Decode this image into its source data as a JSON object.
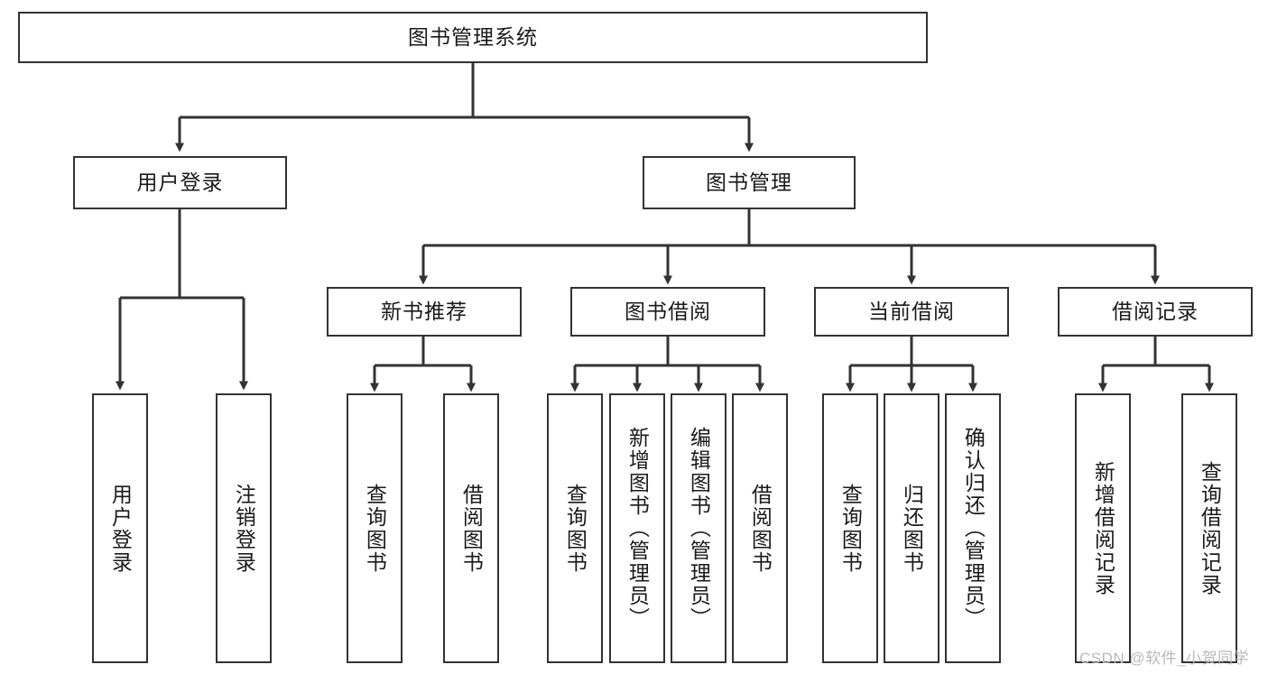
{
  "diagram": {
    "type": "tree-hierarchy",
    "title": "图书管理系统",
    "orientation": "top-down",
    "colors": {
      "box_border": "#333333",
      "box_fill": "#ffffff",
      "connector": "#333333",
      "text": "#1a1a1a",
      "watermark": "#b9b9b9",
      "background": "#ffffff"
    },
    "levels": [
      {
        "level": 1,
        "nodes": [
          {
            "id": "root",
            "label": "图书管理系统",
            "orientation": "horizontal"
          }
        ]
      },
      {
        "level": 2,
        "nodes": [
          {
            "id": "user-login",
            "label": "用户登录",
            "orientation": "horizontal",
            "parent": "root"
          },
          {
            "id": "book-manage",
            "label": "图书管理",
            "orientation": "horizontal",
            "parent": "root"
          }
        ]
      },
      {
        "level": 3,
        "nodes": [
          {
            "id": "new-book-rec",
            "label": "新书推荐",
            "orientation": "horizontal",
            "parent": "book-manage"
          },
          {
            "id": "book-borrow",
            "label": "图书借阅",
            "orientation": "horizontal",
            "parent": "book-manage"
          },
          {
            "id": "current-borrow",
            "label": "当前借阅",
            "orientation": "horizontal",
            "parent": "book-manage"
          },
          {
            "id": "borrow-record",
            "label": "借阅记录",
            "orientation": "horizontal",
            "parent": "book-manage"
          }
        ]
      },
      {
        "level": 4,
        "nodes": [
          {
            "id": "leaf-user-login",
            "label": "用户登录",
            "orientation": "vertical",
            "parent": "user-login"
          },
          {
            "id": "leaf-logout",
            "label": "注销登录",
            "orientation": "vertical",
            "parent": "user-login"
          },
          {
            "id": "leaf-query-book-1",
            "label": "查询图书",
            "orientation": "vertical",
            "parent": "new-book-rec"
          },
          {
            "id": "leaf-borrow-book-1",
            "label": "借阅图书",
            "orientation": "vertical",
            "parent": "new-book-rec"
          },
          {
            "id": "leaf-query-book-2",
            "label": "查询图书",
            "orientation": "vertical",
            "parent": "book-borrow"
          },
          {
            "id": "leaf-add-book",
            "label": "新增图书（管理员）",
            "orientation": "vertical",
            "parent": "book-borrow"
          },
          {
            "id": "leaf-edit-book",
            "label": "编辑图书（管理员）",
            "orientation": "vertical",
            "parent": "book-borrow"
          },
          {
            "id": "leaf-borrow-book-2",
            "label": "借阅图书",
            "orientation": "vertical",
            "parent": "book-borrow"
          },
          {
            "id": "leaf-query-book-3",
            "label": "查询图书",
            "orientation": "vertical",
            "parent": "current-borrow"
          },
          {
            "id": "leaf-return-book",
            "label": "归还图书",
            "orientation": "vertical",
            "parent": "current-borrow"
          },
          {
            "id": "leaf-confirm-return",
            "label": "确认归还（管理员）",
            "orientation": "vertical",
            "parent": "current-borrow"
          },
          {
            "id": "leaf-add-record",
            "label": "新增借阅记录",
            "orientation": "vertical",
            "parent": "borrow-record"
          },
          {
            "id": "leaf-query-record",
            "label": "查询借阅记录",
            "orientation": "vertical",
            "parent": "borrow-record"
          }
        ]
      }
    ]
  },
  "watermark": {
    "text": "CSDN @软件_小贺同学"
  }
}
